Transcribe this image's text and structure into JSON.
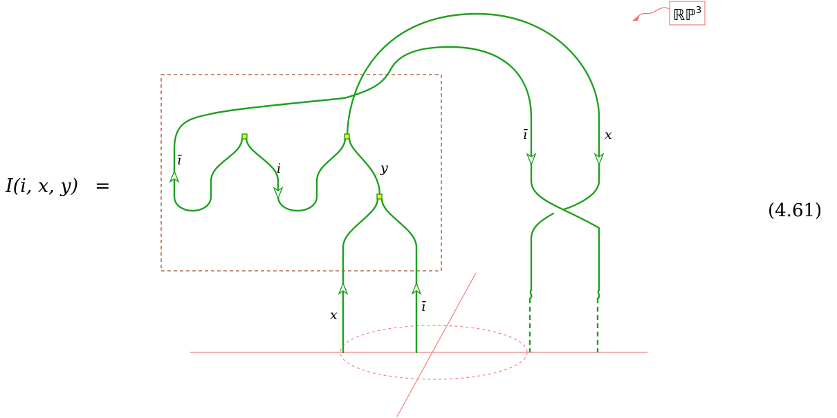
{
  "equation": {
    "lhs": "I(i, x, y)",
    "equals": "=",
    "number": "(4.61)"
  },
  "labels": {
    "ibar_left": "ī",
    "i": "i",
    "y": "y",
    "x_bottom": "x",
    "ibar_bottom": "ī",
    "ibar_right": "ī",
    "x_right": "x"
  },
  "space_tag": {
    "text": "ℝℙ",
    "superscript": "3"
  },
  "colors": {
    "strand": "#1fa01f",
    "vertex": "#f4f400",
    "box": "#a0522d",
    "crosscap": "#f07070"
  }
}
